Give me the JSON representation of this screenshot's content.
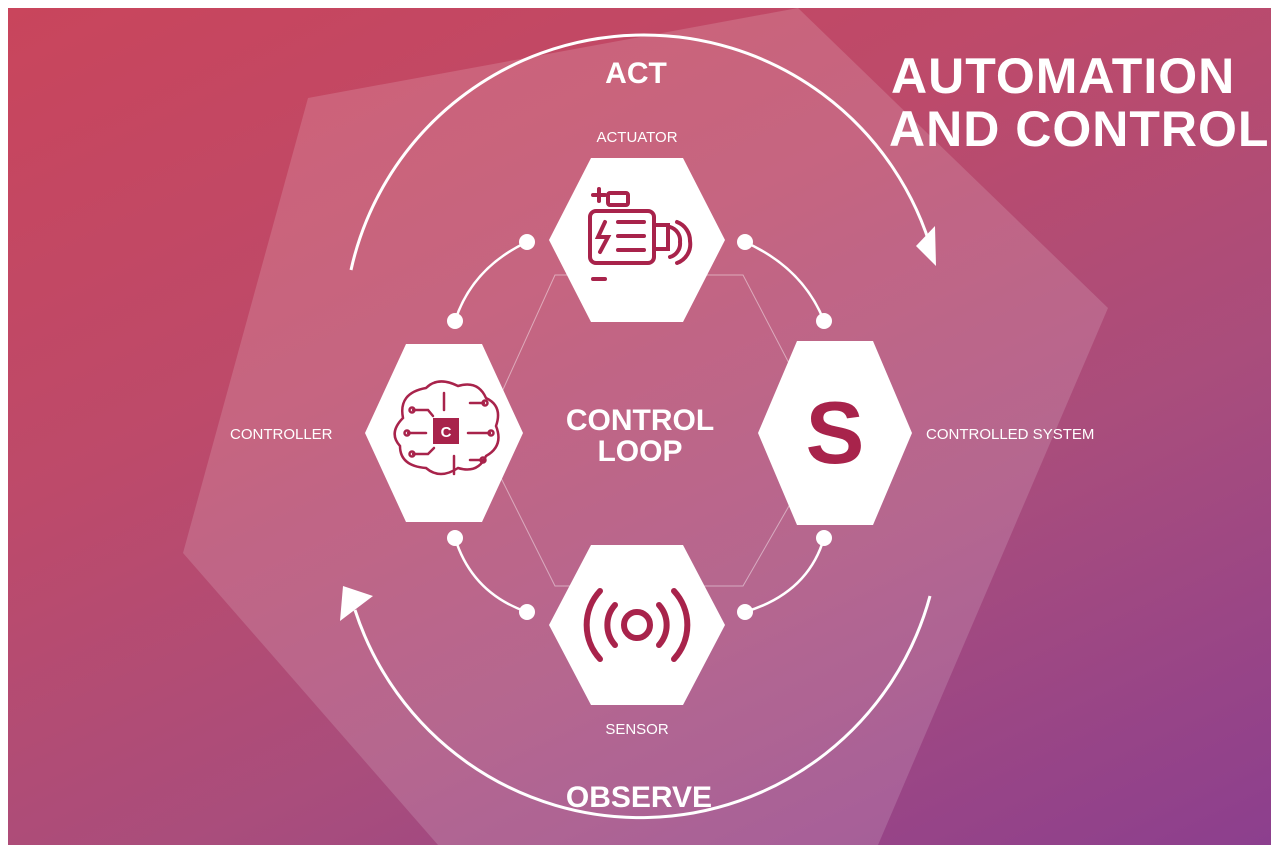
{
  "title": {
    "line1": "AUTOMATION",
    "line2": "AND CONTROL"
  },
  "cycle": {
    "top_label": "ACT",
    "bottom_label": "OBSERVE"
  },
  "center": {
    "line1": "CONTROL",
    "line2": "LOOP"
  },
  "nodes": {
    "actuator": {
      "label": "ACTUATOR",
      "icon": "electric-motor-icon"
    },
    "controlled_system": {
      "label": "CONTROLLED SYSTEM",
      "icon": "letter-s-icon",
      "glyph": "S"
    },
    "sensor": {
      "label": "SENSOR",
      "icon": "signal-waves-icon"
    },
    "controller": {
      "label": "CONTROLLER",
      "icon": "brain-circuit-icon",
      "chip_letter": "C"
    }
  },
  "colors": {
    "icon_accent": "#a8234b",
    "hex_fill": "#ffffff",
    "text": "#ffffff"
  }
}
